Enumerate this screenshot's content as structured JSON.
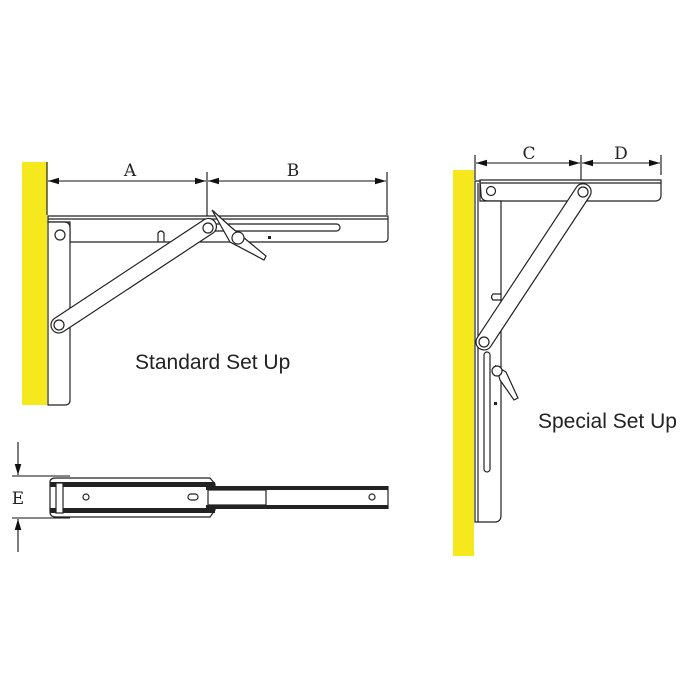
{
  "colors": {
    "wall": "#f5e81c",
    "line": "#222222"
  },
  "standard": {
    "caption": "Standard Set Up",
    "dim_a": "A",
    "dim_b": "B"
  },
  "special": {
    "caption": "Special Set Up",
    "dim_c": "C",
    "dim_d": "D"
  },
  "side_view": {
    "dim_e": "E"
  }
}
